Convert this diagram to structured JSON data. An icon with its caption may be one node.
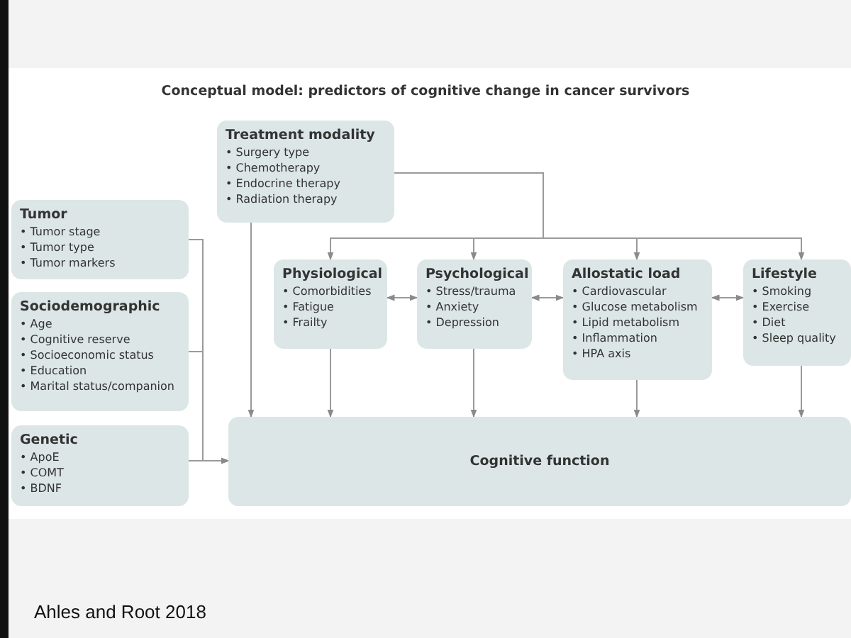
{
  "diagram": {
    "title": "Conceptual model: predictors of cognitive change in cancer survivors",
    "caption": "Ahles and Root 2018",
    "nodes": [
      {
        "text": [
          "Treatment modality",
          "• Surgery type",
          "• Chemotherapy",
          "• Endocrine therapy",
          "• Radiation therapy"
        ]
      },
      {
        "text": [
          "Tumor",
          "• Tumor stage",
          "• Tumor type",
          "• Tumor markers"
        ]
      },
      {
        "text": [
          "Sociodemographic",
          "• Age",
          "• Cognitive reserve",
          "• Socioeconomic status",
          "• Education",
          "• Marital status/companion"
        ]
      },
      {
        "text": [
          "Genetic",
          "• ApoE",
          "• COMT",
          "• BDNF"
        ]
      },
      {
        "text": [
          "Physiological",
          "• Comorbidities",
          "• Fatigue",
          "• Frailty"
        ]
      },
      {
        "text": [
          "Psychological",
          "• Stress/trauma",
          "• Anxiety",
          "• Depression"
        ]
      },
      {
        "text": [
          "Allostatic load",
          "• Cardiovascular",
          "• Glucose metabolism",
          "• Lipid metabolism",
          "• Inflammation",
          "• HPA axis"
        ]
      },
      {
        "text": [
          "Lifestyle",
          "• Smoking",
          "• Exercise",
          "• Diet",
          "• Sleep quality"
        ]
      },
      {
        "text": [
          "Cognitive function"
        ]
      }
    ],
    "edges": [
      {
        "from": 0,
        "to": 4,
        "arrow": "to"
      },
      {
        "from": 0,
        "to": 5,
        "arrow": "to"
      },
      {
        "from": 0,
        "to": 6,
        "arrow": "to"
      },
      {
        "from": 0,
        "to": 7,
        "arrow": "to"
      },
      {
        "from": 0,
        "to": 8,
        "arrow": "to"
      },
      {
        "from": 1,
        "to": 8,
        "arrow": "to"
      },
      {
        "from": 2,
        "to": 8,
        "arrow": "to"
      },
      {
        "from": 3,
        "to": 8,
        "arrow": "to"
      },
      {
        "from": 4,
        "to": 5,
        "arrow": "both"
      },
      {
        "from": 5,
        "to": 6,
        "arrow": "both"
      },
      {
        "from": 6,
        "to": 7,
        "arrow": "both"
      },
      {
        "from": 4,
        "to": 8,
        "arrow": "to"
      },
      {
        "from": 5,
        "to": 8,
        "arrow": "to"
      },
      {
        "from": 6,
        "to": 8,
        "arrow": "to"
      },
      {
        "from": 7,
        "to": 8,
        "arrow": "to"
      }
    ]
  }
}
